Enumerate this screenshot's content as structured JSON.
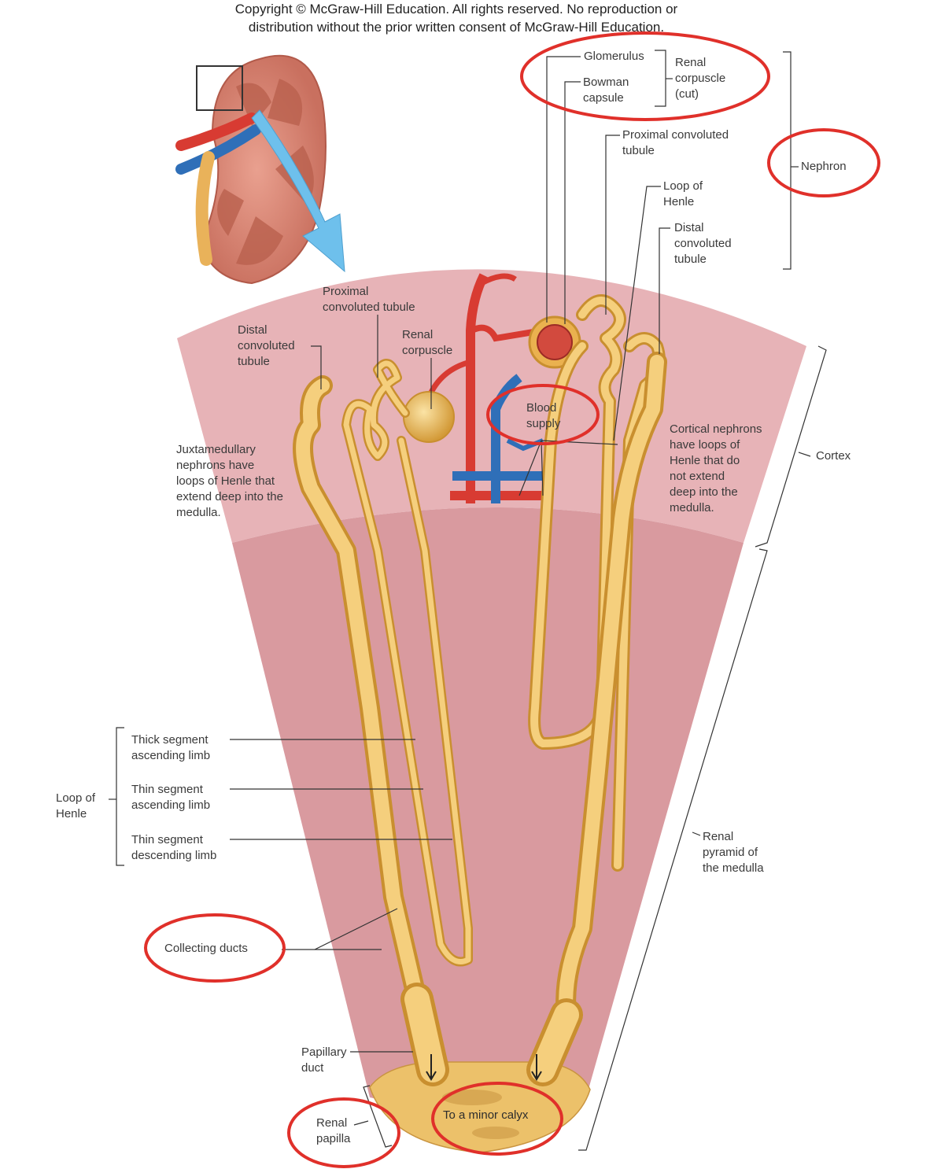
{
  "copyright": {
    "line1": "Copyright © McGraw-Hill Education. All rights reserved. No reproduction or",
    "line2": "distribution without the prior written consent of McGraw-Hill Education."
  },
  "labels": {
    "glomerulus": "Glomerulus",
    "bowman_capsule": "Bowman\ncapsule",
    "renal_corpuscle_cut": "Renal\ncorpuscle\n(cut)",
    "proximal_convoluted_tubule_top": "Proximal convoluted\ntubule",
    "loop_of_henle_top": "Loop of\nHenle",
    "distal_convoluted_tubule_top": "Distal\nconvoluted\ntubule",
    "nephron": "Nephron",
    "proximal_convoluted_tubule_left": "Proximal\nconvoluted tubule",
    "distal_convoluted_tubule_left": "Distal\nconvoluted\ntubule",
    "renal_corpuscle_left": "Renal\ncorpuscle",
    "blood_supply": "Blood\nsupply",
    "juxtamedullary_note": "Juxtamedullary\nnephrons have\nloops of Henle that\nextend deep into the\nmedulla.",
    "cortical_note": "Cortical nephrons\nhave loops of\nHenle that do\nnot extend\ndeep into the\nmedulla.",
    "cortex": "Cortex",
    "thick_segment_ascending": "Thick segment\nascending limb",
    "thin_segment_ascending": "Thin segment\nascending limb",
    "thin_segment_descending": "Thin segment\ndescending limb",
    "loop_of_henle_left": "Loop of\nHenle",
    "renal_pyramid": "Renal\npyramid of\nthe medulla",
    "collecting_ducts": "Collecting ducts",
    "papillary_duct": "Papillary\nduct",
    "renal_papilla": "Renal\npapilla",
    "to_minor_calyx": "To a minor calyx"
  },
  "colors": {
    "cortex": "#e7b3b7",
    "medulla": "#d99a9f",
    "tubule": "#f4c96f",
    "tubule_dark": "#c98f2f",
    "artery": "#d83b32",
    "vein": "#2f6fb8",
    "highlight_circle": "#e0302a",
    "kidney": "#d98478",
    "arrow": "#6ec0ec"
  }
}
